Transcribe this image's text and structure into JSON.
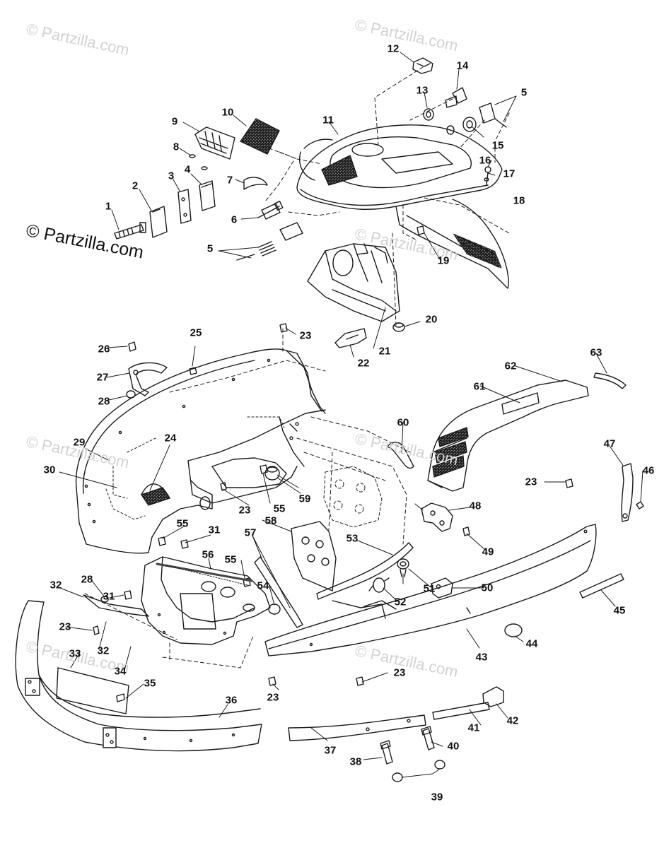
{
  "watermark": "© Partzilla.com",
  "brand_label": "© Partzilla.com",
  "callouts": [
    "1",
    "2",
    "3",
    "4",
    "5",
    "5",
    "5",
    "6",
    "7",
    "8",
    "9",
    "10",
    "11",
    "12",
    "13",
    "14",
    "15",
    "16",
    "17",
    "18",
    "19",
    "20",
    "21",
    "22",
    "23",
    "23",
    "23",
    "23",
    "23",
    "23",
    "24",
    "25",
    "26",
    "27",
    "28",
    "28",
    "29",
    "30",
    "31",
    "31",
    "32",
    "32",
    "33",
    "34",
    "35",
    "36",
    "37",
    "38",
    "39",
    "40",
    "41",
    "42",
    "43",
    "44",
    "45",
    "46",
    "47",
    "48",
    "49",
    "50",
    "51",
    "52",
    "53",
    "54",
    "55",
    "55",
    "55",
    "56",
    "57",
    "58",
    "59",
    "60",
    "61",
    "62",
    "63"
  ],
  "colors": {
    "line": "#1a1a1a",
    "watermark": "#d2d2d2",
    "stipple": "#555555"
  }
}
